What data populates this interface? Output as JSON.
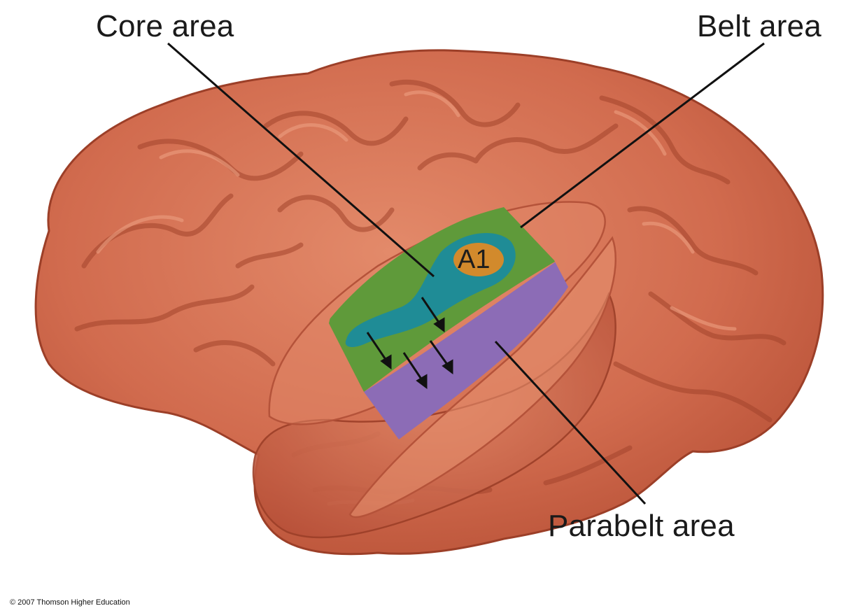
{
  "labels": {
    "core": "Core area",
    "belt": "Belt area",
    "parabelt": "Parabelt area",
    "a1": "A1"
  },
  "copyright": "© 2007 Thomson Higher Education",
  "colors": {
    "brain": "#d0694d",
    "brain_dark": "#a8472e",
    "brain_light": "#e79475",
    "belt": "#5f9a3a",
    "core": "#1e8e98",
    "parabelt": "#8c6cb6",
    "a1": "#d28a2c",
    "leader": "#111111"
  }
}
